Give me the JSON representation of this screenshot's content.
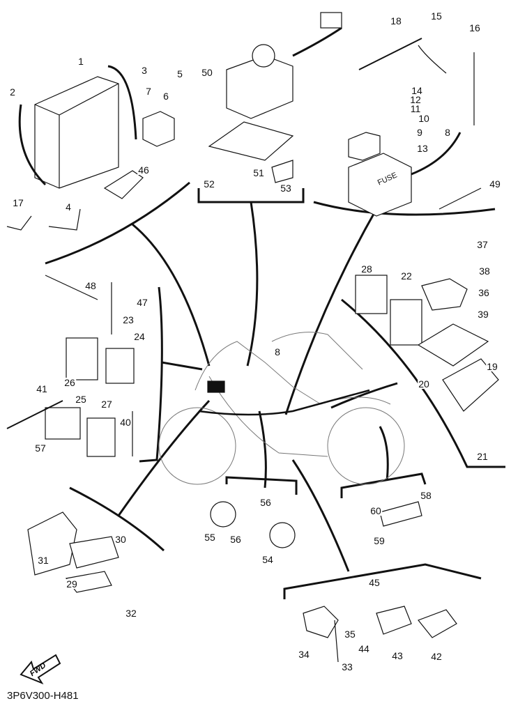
{
  "diagram_code": "3P6V300-H481",
  "fwd_label": "FWD",
  "fuse_label": "FUSE",
  "callouts": [
    "1",
    "2",
    "3",
    "4",
    "5",
    "6",
    "7",
    "17",
    "46",
    "50",
    "51",
    "52",
    "53",
    "18",
    "15",
    "16",
    "14",
    "12",
    "11",
    "10",
    "9",
    "8",
    "13",
    "49",
    "37",
    "38",
    "36",
    "39",
    "28",
    "22",
    "20",
    "19",
    "21",
    "48",
    "47",
    "23",
    "24",
    "26",
    "25",
    "41",
    "27",
    "57",
    "40",
    "8",
    "58",
    "60",
    "59",
    "56",
    "56",
    "55",
    "54",
    "30",
    "31",
    "29",
    "32",
    "45",
    "35",
    "34",
    "33",
    "44",
    "43",
    "42"
  ]
}
